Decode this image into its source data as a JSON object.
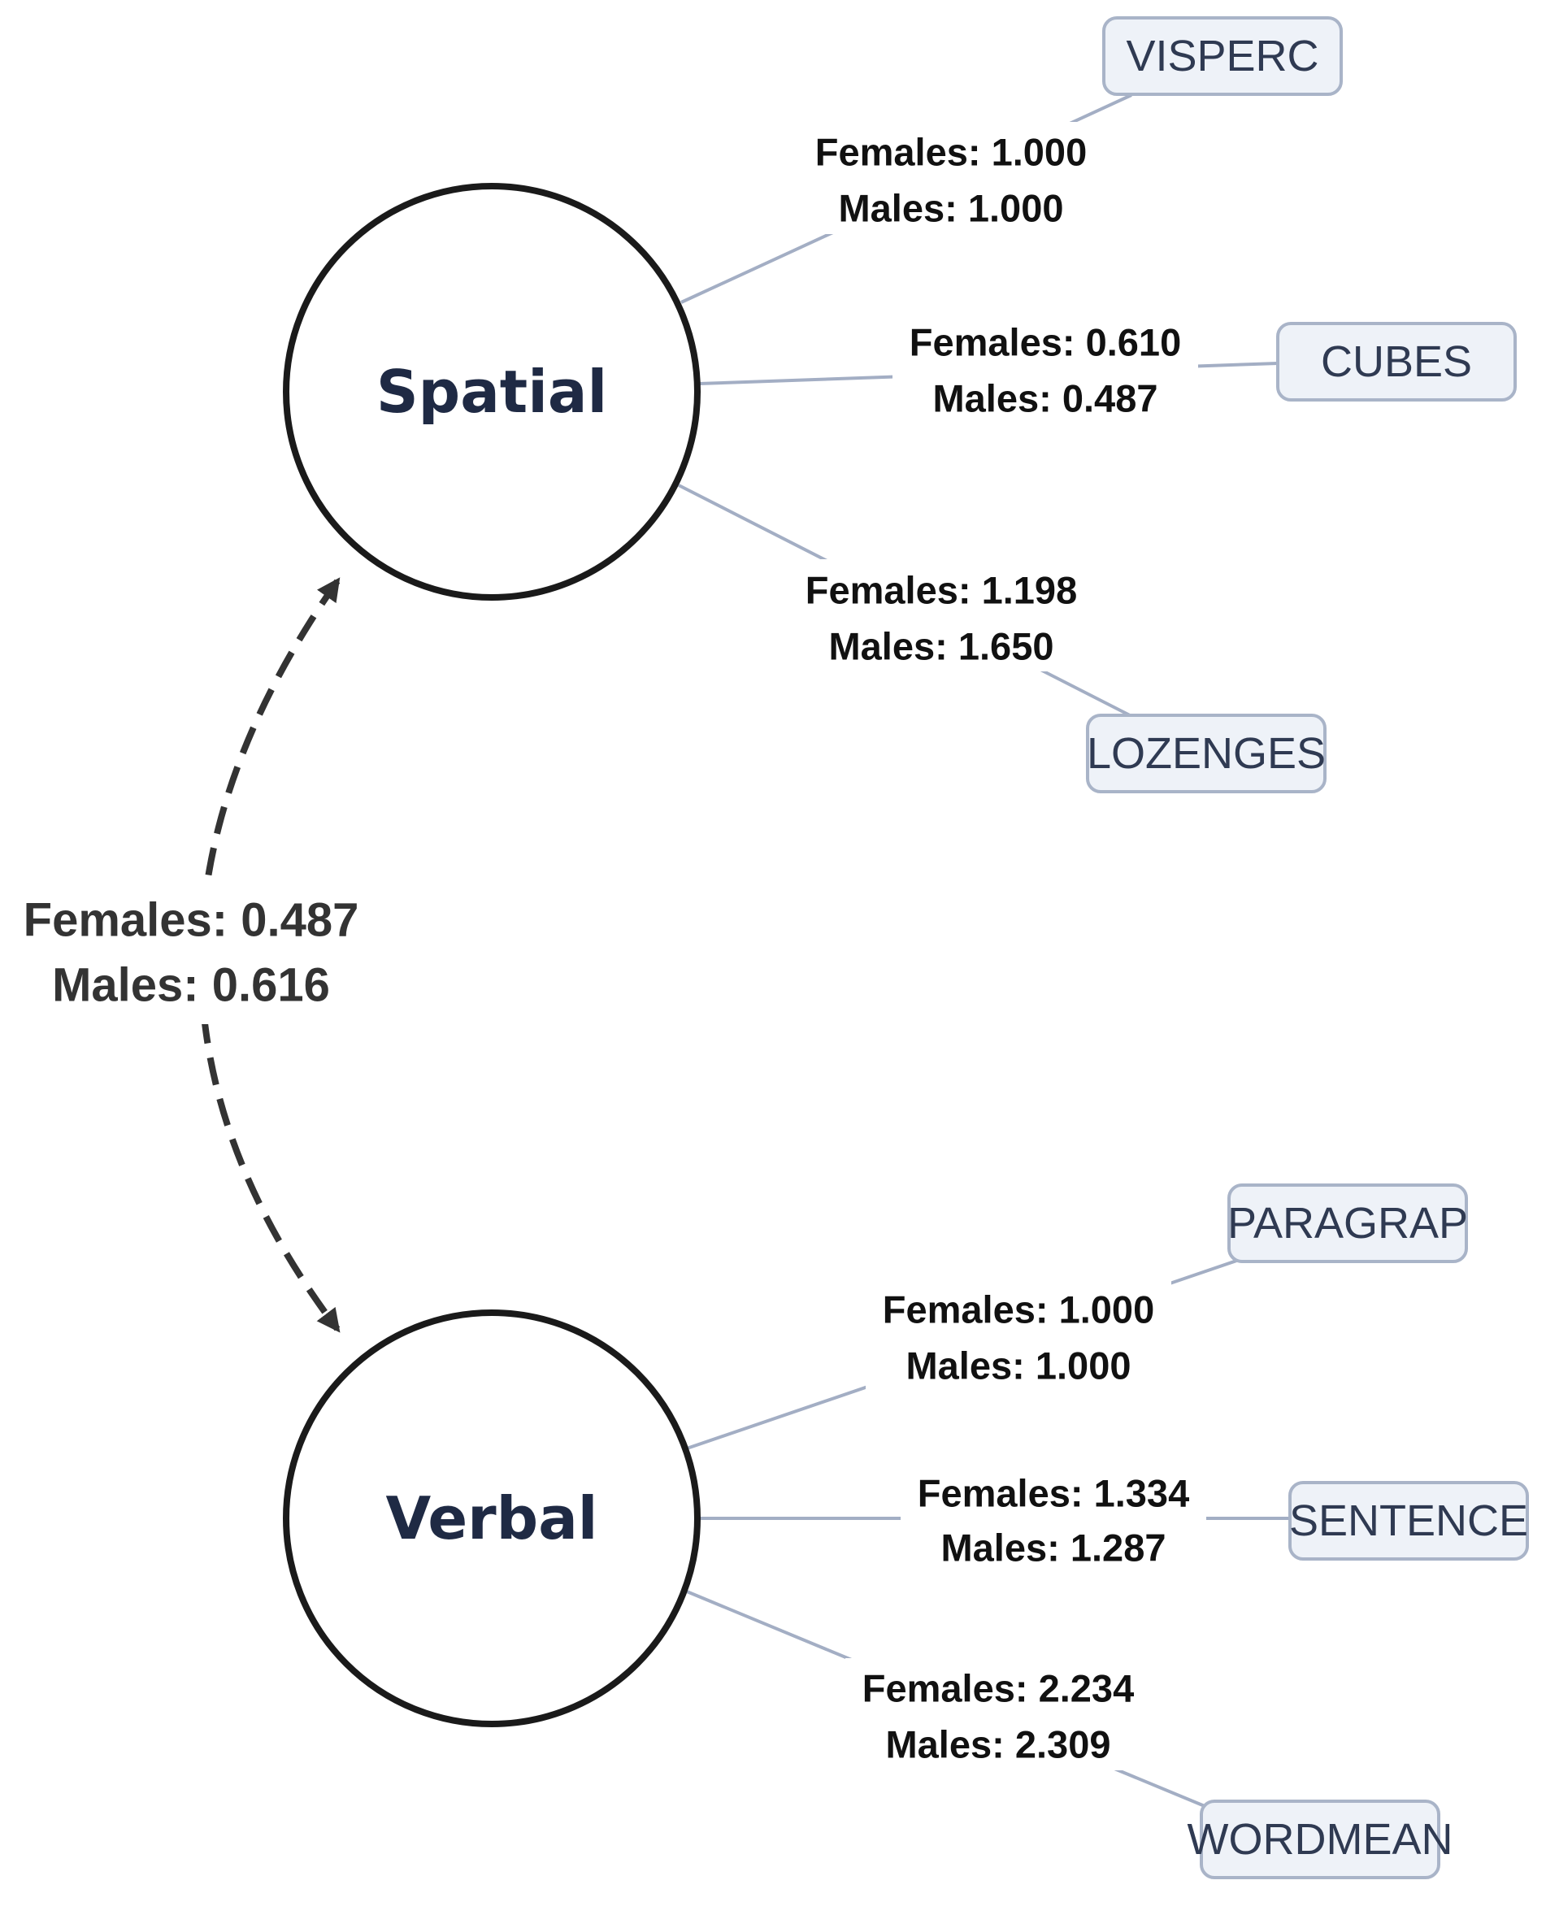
{
  "colors": {
    "background": "#ffffff",
    "node_stroke": "#1a1a1a",
    "node_text": "#1f2a44",
    "indicator_fill": "#eef2f8",
    "indicator_stroke": "#a9b4c8",
    "loading_line": "#a3aec4",
    "covariance": "#333333"
  },
  "latents": {
    "spatial": "Spatial",
    "verbal": "Verbal"
  },
  "indicators": {
    "visperc": "VISPERC",
    "cubes": "CUBES",
    "lozenges": "LOZENGES",
    "paragrap": "PARAGRAP",
    "sentence": "SENTENCE",
    "wordmean": "WORDMEAN"
  },
  "loadings": {
    "visperc": {
      "females": "Females: 1.000",
      "males": "Males: 1.000"
    },
    "cubes": {
      "females": "Females: 0.610",
      "males": "Males: 0.487"
    },
    "lozenges": {
      "females": "Females: 1.198",
      "males": "Males: 1.650"
    },
    "paragrap": {
      "females": "Females: 1.000",
      "males": "Males: 1.000"
    },
    "sentence": {
      "females": "Females: 1.334",
      "males": "Males: 1.287"
    },
    "wordmean": {
      "females": "Females: 2.234",
      "males": "Males: 2.309"
    }
  },
  "covariance": {
    "females": "Females: 0.487",
    "males": "Males: 0.616"
  }
}
